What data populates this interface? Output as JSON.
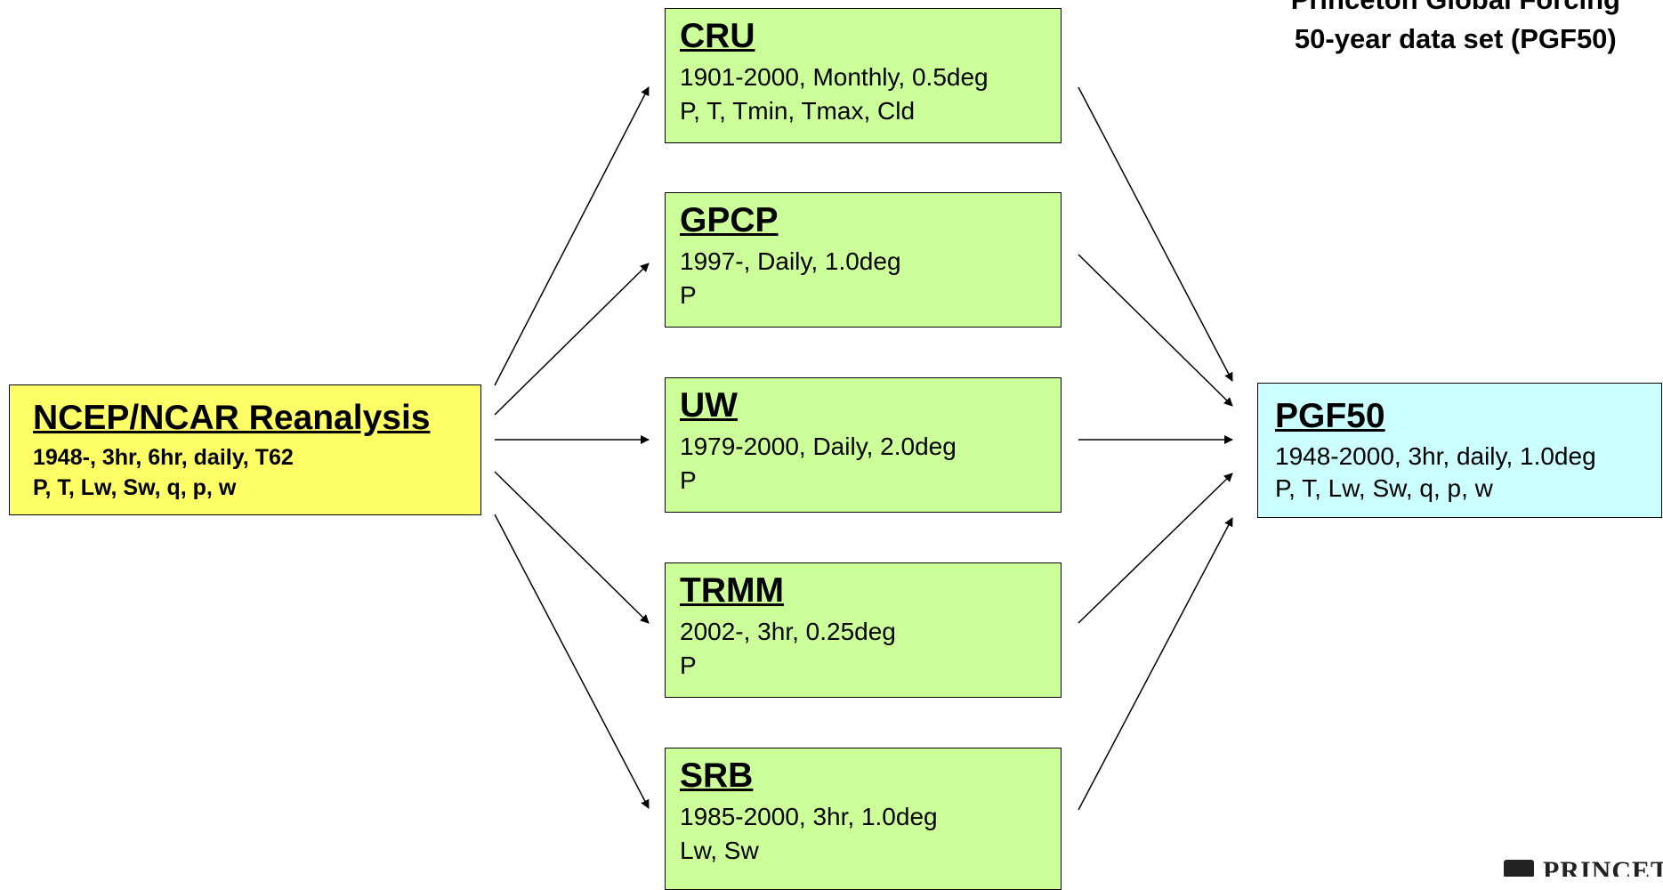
{
  "caption": {
    "line1": "Princeton Global Forcing",
    "line2": "50-year data set (PGF50)"
  },
  "source": {
    "title": "NCEP/NCAR Reanalysis",
    "line1": "1948-, 3hr, 6hr, daily, T62",
    "line2": "P, T, Lw, Sw, q, p, w"
  },
  "datasets": [
    {
      "title": "CRU",
      "line1": "1901-2000, Monthly, 0.5deg",
      "line2": "P, T, Tmin, Tmax, Cld"
    },
    {
      "title": "GPCP",
      "line1": "1997-, Daily, 1.0deg",
      "line2": "P"
    },
    {
      "title": "UW",
      "line1": "1979-2000, Daily, 2.0deg",
      "line2": "P"
    },
    {
      "title": "TRMM",
      "line1": "2002-, 3hr, 0.25deg",
      "line2": "P"
    },
    {
      "title": "SRB",
      "line1": "1985-2000, 3hr, 1.0deg",
      "line2": "Lw, Sw"
    }
  ],
  "output": {
    "title": "PGF50",
    "line1": "1948-2000, 3hr, daily, 1.0deg",
    "line2": "P, T, Lw, Sw, q, p, w"
  },
  "logo": {
    "text": "PRINCETON",
    "icon": "princeton-shield-icon"
  }
}
